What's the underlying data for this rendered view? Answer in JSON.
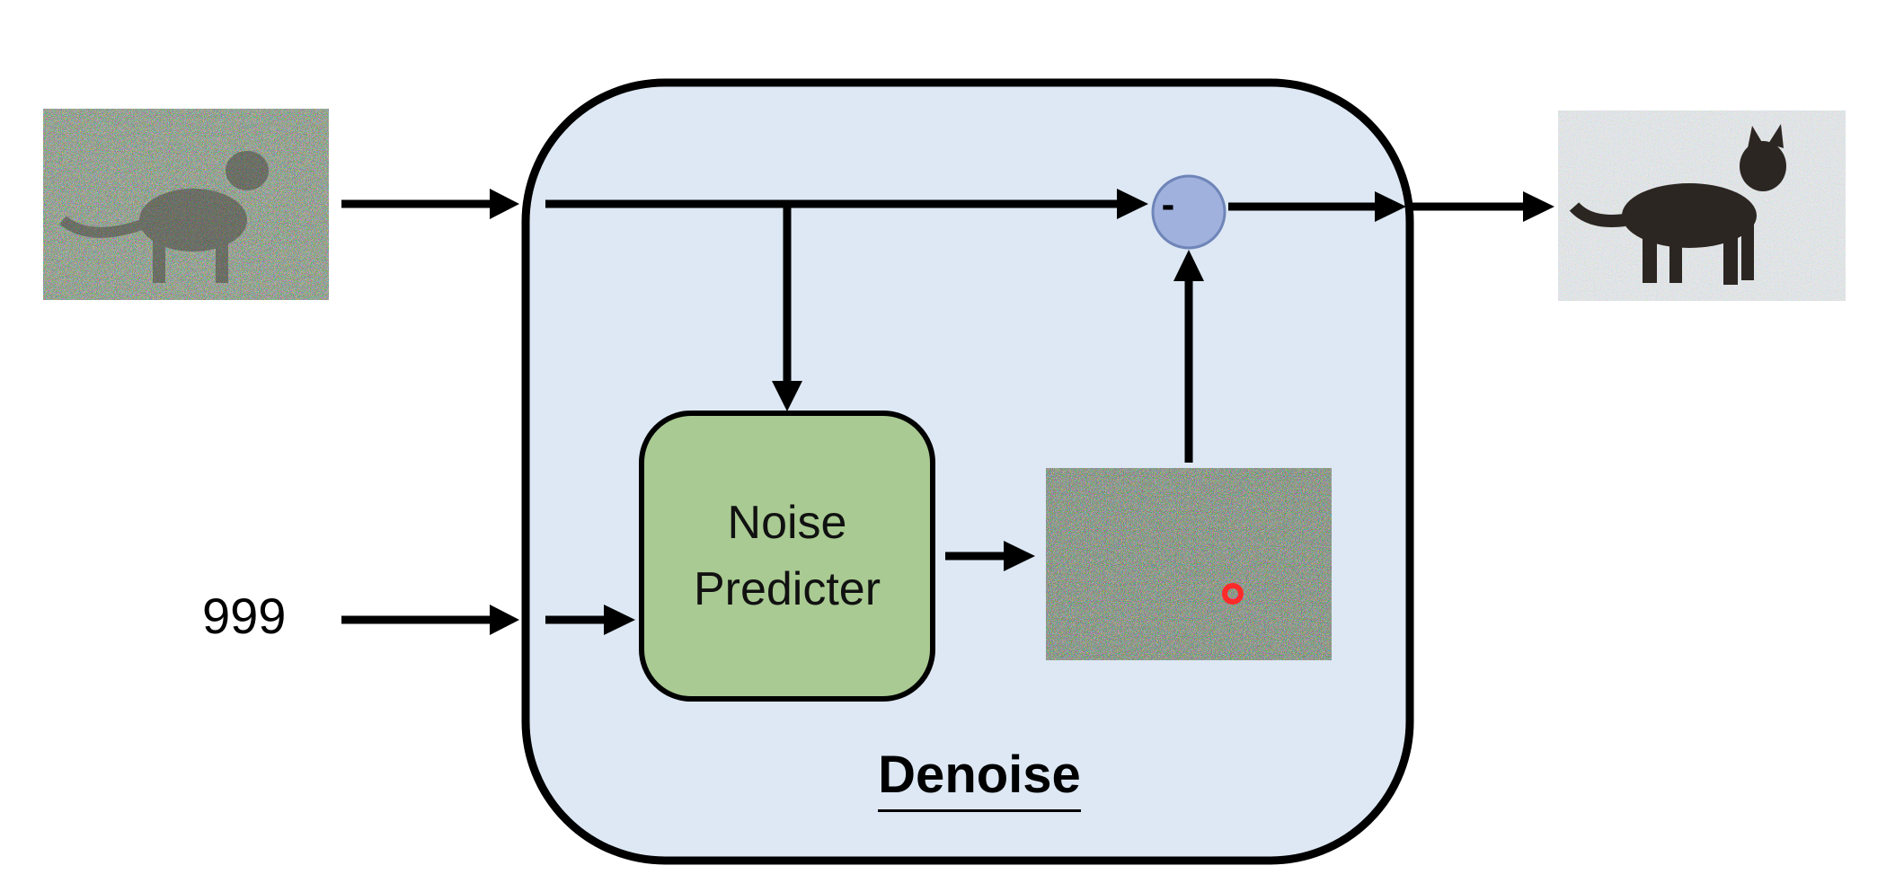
{
  "diagram": {
    "input_step_number": "999",
    "noise_predictor_label_line1": "Noise",
    "noise_predictor_label_line2": "Predicter",
    "operator_symbol": "-",
    "denoise_title": "Denoise"
  },
  "colors": {
    "denoise_block_fill": "#dde8f4",
    "noise_predictor_fill": "#a9ca92",
    "operator_fill": "#9fb1dc",
    "arrow": "#000000",
    "cursor_marker": "#ff2a2a"
  },
  "images": {
    "input_image": "noisy-cat-image",
    "predicted_noise": "predicted-noise-image",
    "output_image": "denoised-cat-image"
  }
}
